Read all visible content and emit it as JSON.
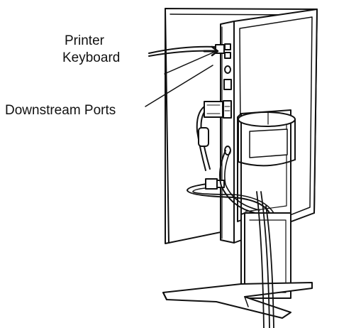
{
  "labels": {
    "printer": "Printer",
    "keyboard": "Keyboard",
    "downstream_ports": "Downstream Ports"
  },
  "colors": {
    "line": "#111111",
    "fill": "#ffffff",
    "shade": "#e6e6e6"
  }
}
